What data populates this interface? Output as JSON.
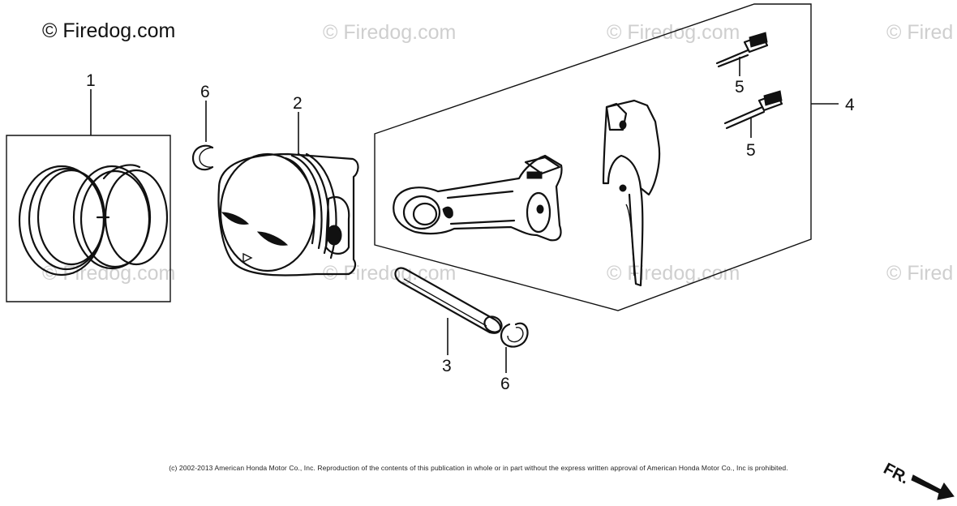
{
  "watermark": {
    "main": "© Firedog.com",
    "faint": "© Firedog.com",
    "faint_edge": "© Fired"
  },
  "callouts": {
    "piston_rings": "1",
    "piston": "2",
    "piston_pin": "3",
    "connecting_rod_set": "4",
    "rod_bolt_upper": "5",
    "rod_bolt_lower": "5",
    "pin_clip_left": "6",
    "pin_clip_right": "6"
  },
  "front_indicator": "FR.",
  "copyright": "(c) 2002-2013 American Honda Motor Co., Inc. Reproduction of the contents of this publication in whole or in part without the express written approval of American Honda Motor Co., Inc is prohibited."
}
